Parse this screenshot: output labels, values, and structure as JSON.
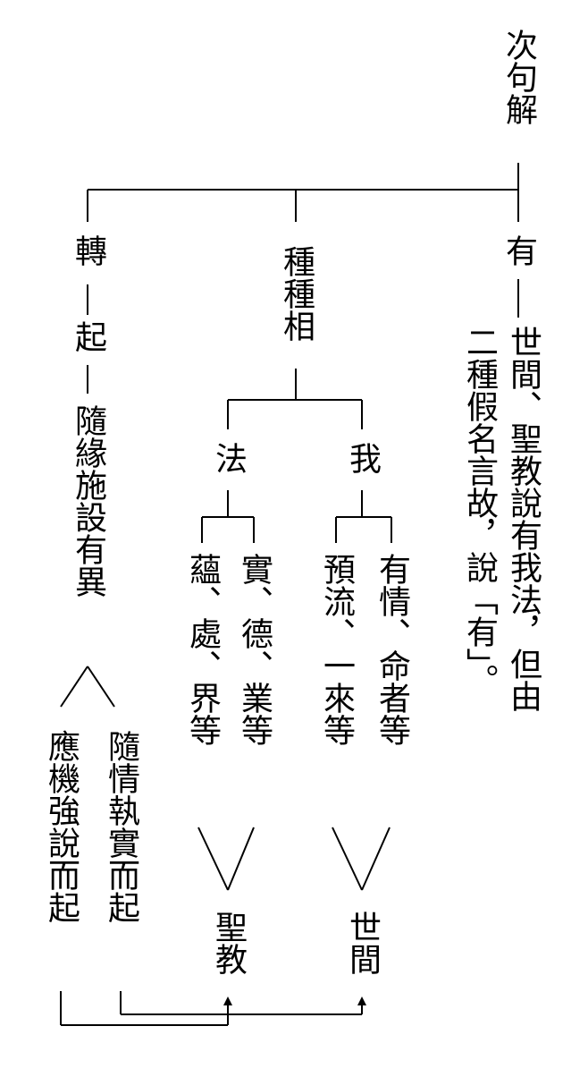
{
  "root": "次句解",
  "branches": {
    "left": "轉",
    "left_2": "起",
    "left_3": "隨緣施設有異",
    "middle": "種種相",
    "right": "有"
  },
  "right_text": "世間、聖教說有我法，但由二種假名言故，說「有」。",
  "middle_sub": {
    "fa": "法",
    "wo": "我"
  },
  "leaves": {
    "fa_a": "蘊、處、界等",
    "fa_b": "實、德、業等",
    "wo_a": "預流、一來等",
    "wo_b": "有情、命者等"
  },
  "targets": {
    "sheng": "聖教",
    "shi": "世間"
  },
  "left_leaves": {
    "a": "應機強說而起",
    "b": "隨情執實而起"
  }
}
